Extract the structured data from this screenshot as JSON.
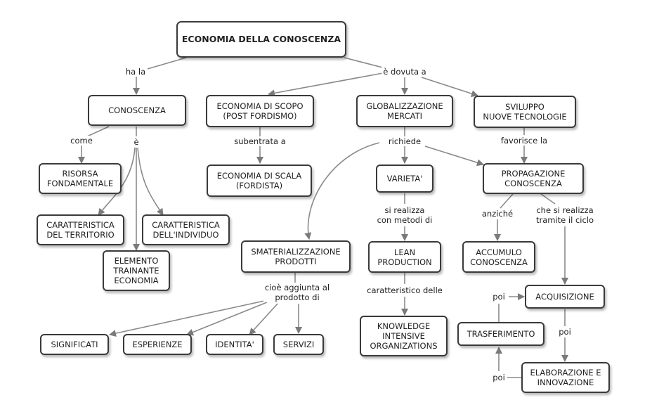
{
  "nodes": {
    "root": "ECONOMIA DELLA CONOSCENZA",
    "conoscenza": "CONOSCENZA",
    "eco_scopo": "ECONOMIA DI SCOPO\n(POST FORDISMO)",
    "globalizzazione": "GLOBALIZZAZIONE\nMERCATI",
    "sviluppo": "SVILUPPO\nNUOVE TECNOLOGIE",
    "risorsa": "RISORSA\nFONDAMENTALE",
    "eco_scala": "ECONOMIA DI SCALA\n(FORDISTA)",
    "varieta": "VARIETA'",
    "propagazione": "PROPAGAZIONE\nCONOSCENZA",
    "car_territorio": "CARATTERISTICA\nDEL TERRITORIO",
    "car_individuo": "CARATTERISTICA\nDELL'INDIVIDUO",
    "elemento": "ELEMENTO\nTRAINANTE\nECONOMIA",
    "smaterializzazione": "SMATERIALIZZAZIONE\nPRODOTTI",
    "lean": "LEAN\nPRODUCTION",
    "accumulo": "ACCUMULO\nCONOSCENZA",
    "acquisizione": "ACQUISIZIONE",
    "knowledge": "KNOWLEDGE\nINTENSIVE\nORGANIZATIONS",
    "trasferimento": "TRASFERIMENTO",
    "significati": "SIGNIFICATI",
    "esperienze": "ESPERIENZE",
    "identita": "IDENTITA'",
    "servizi": "SERVIZI",
    "elaborazione": "ELABORAZIONE E\nINNOVAZIONE"
  },
  "links": {
    "ha_la": "ha la",
    "e_dovuta_a": "è dovuta a",
    "come": "come",
    "e": "è",
    "subentrata_a": "subentrata a",
    "richiede": "richiede",
    "favorisce_la": "favorisce la",
    "si_realizza": "si realizza\ncon metodi di",
    "anziche": "anziché",
    "ciclo": "che si realizza\ntramite il ciclo",
    "cioe": "cioè aggiunta al\nprodotto di",
    "caratteristico": "caratteristico delle",
    "poi_1": "poi",
    "poi_2": "poi",
    "poi_3": "poi"
  }
}
